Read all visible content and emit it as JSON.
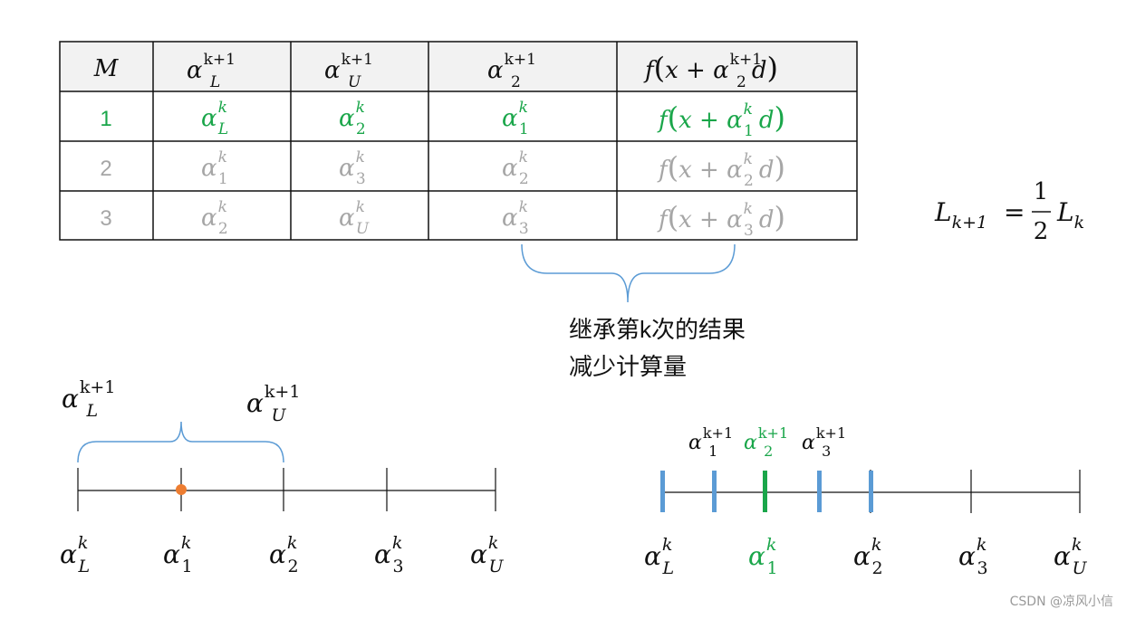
{
  "colors": {
    "green": "#1aa64a",
    "gray": "#a6a6a6",
    "black": "#111111",
    "blue": "#5b9bd5",
    "orange": "#ed7d31"
  },
  "table": {
    "headers": [
      {
        "base": "M",
        "sub": "",
        "sup": ""
      },
      {
        "base": "α",
        "sub": "L",
        "sup": "k+1"
      },
      {
        "base": "α",
        "sub": "U",
        "sup": "k+1"
      },
      {
        "base": "α",
        "sub": "2",
        "sup": "k+1"
      },
      {
        "fx": true,
        "sub": "2",
        "sup": "k+1"
      }
    ],
    "rows": [
      {
        "m": "1",
        "style": "green",
        "c1": [
          "L",
          "k"
        ],
        "c2": [
          "2",
          "k"
        ],
        "c3": [
          "1",
          "k"
        ],
        "f": [
          "1",
          "k"
        ]
      },
      {
        "m": "2",
        "style": "gray",
        "c1": [
          "1",
          "k"
        ],
        "c2": [
          "3",
          "k"
        ],
        "c3": [
          "2",
          "k"
        ],
        "f": [
          "2",
          "k"
        ]
      },
      {
        "m": "3",
        "style": "gray",
        "c1": [
          "2",
          "k"
        ],
        "c2": [
          "U",
          "k"
        ],
        "c3": [
          "3",
          "k"
        ],
        "f": [
          "3",
          "k"
        ]
      }
    ]
  },
  "formula": {
    "lhs": "L",
    "lhs_sub": "k+1",
    "num": "1",
    "den": "2",
    "rhs": "L",
    "rhs_sub": "k"
  },
  "note": {
    "line1": "继承第k次的结果",
    "line2": "减少计算量"
  },
  "left_axis": {
    "bracket_labels": [
      {
        "sub": "L",
        "sup": "k+1"
      },
      {
        "sub": "U",
        "sup": "k+1"
      }
    ],
    "tick_labels": [
      {
        "sub": "L",
        "sup": "k"
      },
      {
        "sub": "1",
        "sup": "k"
      },
      {
        "sub": "2",
        "sup": "k"
      },
      {
        "sub": "3",
        "sup": "k"
      },
      {
        "sub": "U",
        "sup": "k"
      }
    ]
  },
  "right_axis": {
    "top_labels": [
      {
        "sub": "1",
        "sup": "k+1",
        "style": "black"
      },
      {
        "sub": "2",
        "sup": "k+1",
        "style": "green"
      },
      {
        "sub": "3",
        "sup": "k+1",
        "style": "black"
      }
    ],
    "tick_labels": [
      {
        "sub": "L",
        "sup": "k",
        "style": "black"
      },
      {
        "sub": "1",
        "sup": "k",
        "style": "green"
      },
      {
        "sub": "2",
        "sup": "k",
        "style": "black"
      },
      {
        "sub": "3",
        "sup": "k",
        "style": "black"
      },
      {
        "sub": "U",
        "sup": "k",
        "style": "black"
      }
    ]
  },
  "watermark": "CSDN @凉风小信"
}
